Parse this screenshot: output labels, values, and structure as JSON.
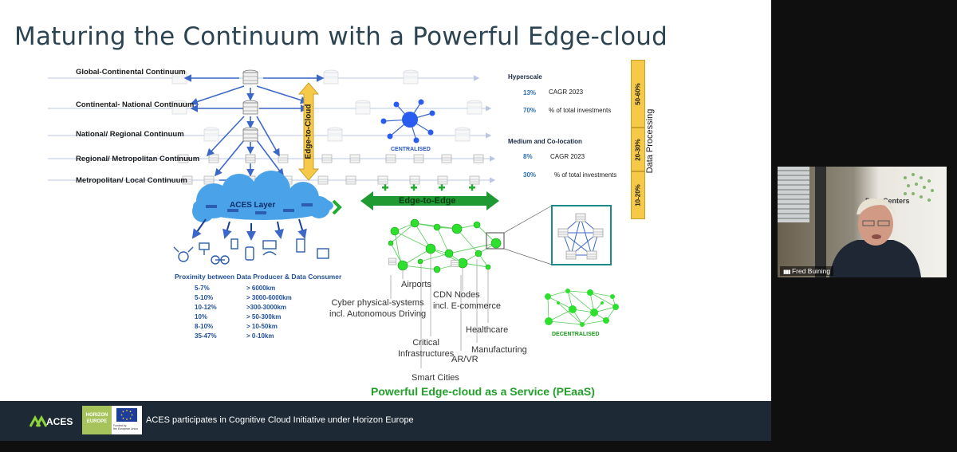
{
  "slide": {
    "title": "Maturing the Continuum with a Powerful Edge-cloud",
    "levels": [
      "Global-Continental Continuum",
      "Continental- National Continuum",
      "National/ Regional Continuum",
      "Regional/ Metropolitan Continuum",
      "Metropolitan/ Local Continuum"
    ],
    "edge_to_cloud_label": "Edge-to-Cloud",
    "centralised_label": "CENTRALISED",
    "aces_layer_label": "ACES Layer",
    "edge_to_edge_label": "Edge-to-Edge",
    "decentralised_label": "DECENTRALISED",
    "proximity": {
      "title": "Proximity between Data Producer & Data Consumer",
      "rows": [
        {
          "pct": "5-7%",
          "dist": "> 6000km"
        },
        {
          "pct": "5-10%",
          "dist": "> 3000-6000km"
        },
        {
          "pct": "10-12%",
          "dist": ">300-3000km"
        },
        {
          "pct": "10%",
          "dist": "> 50-300km"
        },
        {
          "pct": "8-10%",
          "dist": "> 10-50km"
        },
        {
          "pct": "35-47%",
          "dist": "> 0-10km"
        }
      ]
    },
    "stats": {
      "hyperscale": {
        "heading": "Hyperscale",
        "rows": [
          {
            "pct": "13%",
            "text": "CAGR 2023"
          },
          {
            "pct": "70%",
            "text": "% of total investments"
          }
        ]
      },
      "medium": {
        "heading": "Medium and Co-location",
        "rows": [
          {
            "pct": "8%",
            "text": "CAGR 2023"
          },
          {
            "pct": "30%",
            "text": "% of total investments"
          }
        ]
      }
    },
    "data_processing": {
      "label": "Data Processing",
      "segments": [
        "50-60%",
        "20-30%",
        "10-20%"
      ]
    },
    "use_cases": {
      "airports": "Airports",
      "cps": "Cyber physical-systems\nincl. Autonomous Driving",
      "cdn": "CDN Nodes\nincl. E-commerce",
      "healthcare": "Healthcare",
      "critical": "Critical\nInfrastructures",
      "manufacturing": "Manufacturing",
      "arvr": "AR/VR",
      "smart": "Smart Cities"
    },
    "peaas": "Powerful Edge-cloud as a Service (PEaaS)"
  },
  "footer": {
    "logo_text": "ACES",
    "horizon_text": "HORIZON\nEUROPE",
    "eu_text": "Funded by\nthe European Union",
    "caption": "ACES participates in Cognitive Cloud Initiative under Horizon Europe"
  },
  "video": {
    "participant": "Fred Buining",
    "backdrop_text": "Data Centers"
  },
  "colors": {
    "title": "#2c4452",
    "green": "#22aa33",
    "blue": "#2f63c9",
    "yellow": "#f7c948"
  }
}
